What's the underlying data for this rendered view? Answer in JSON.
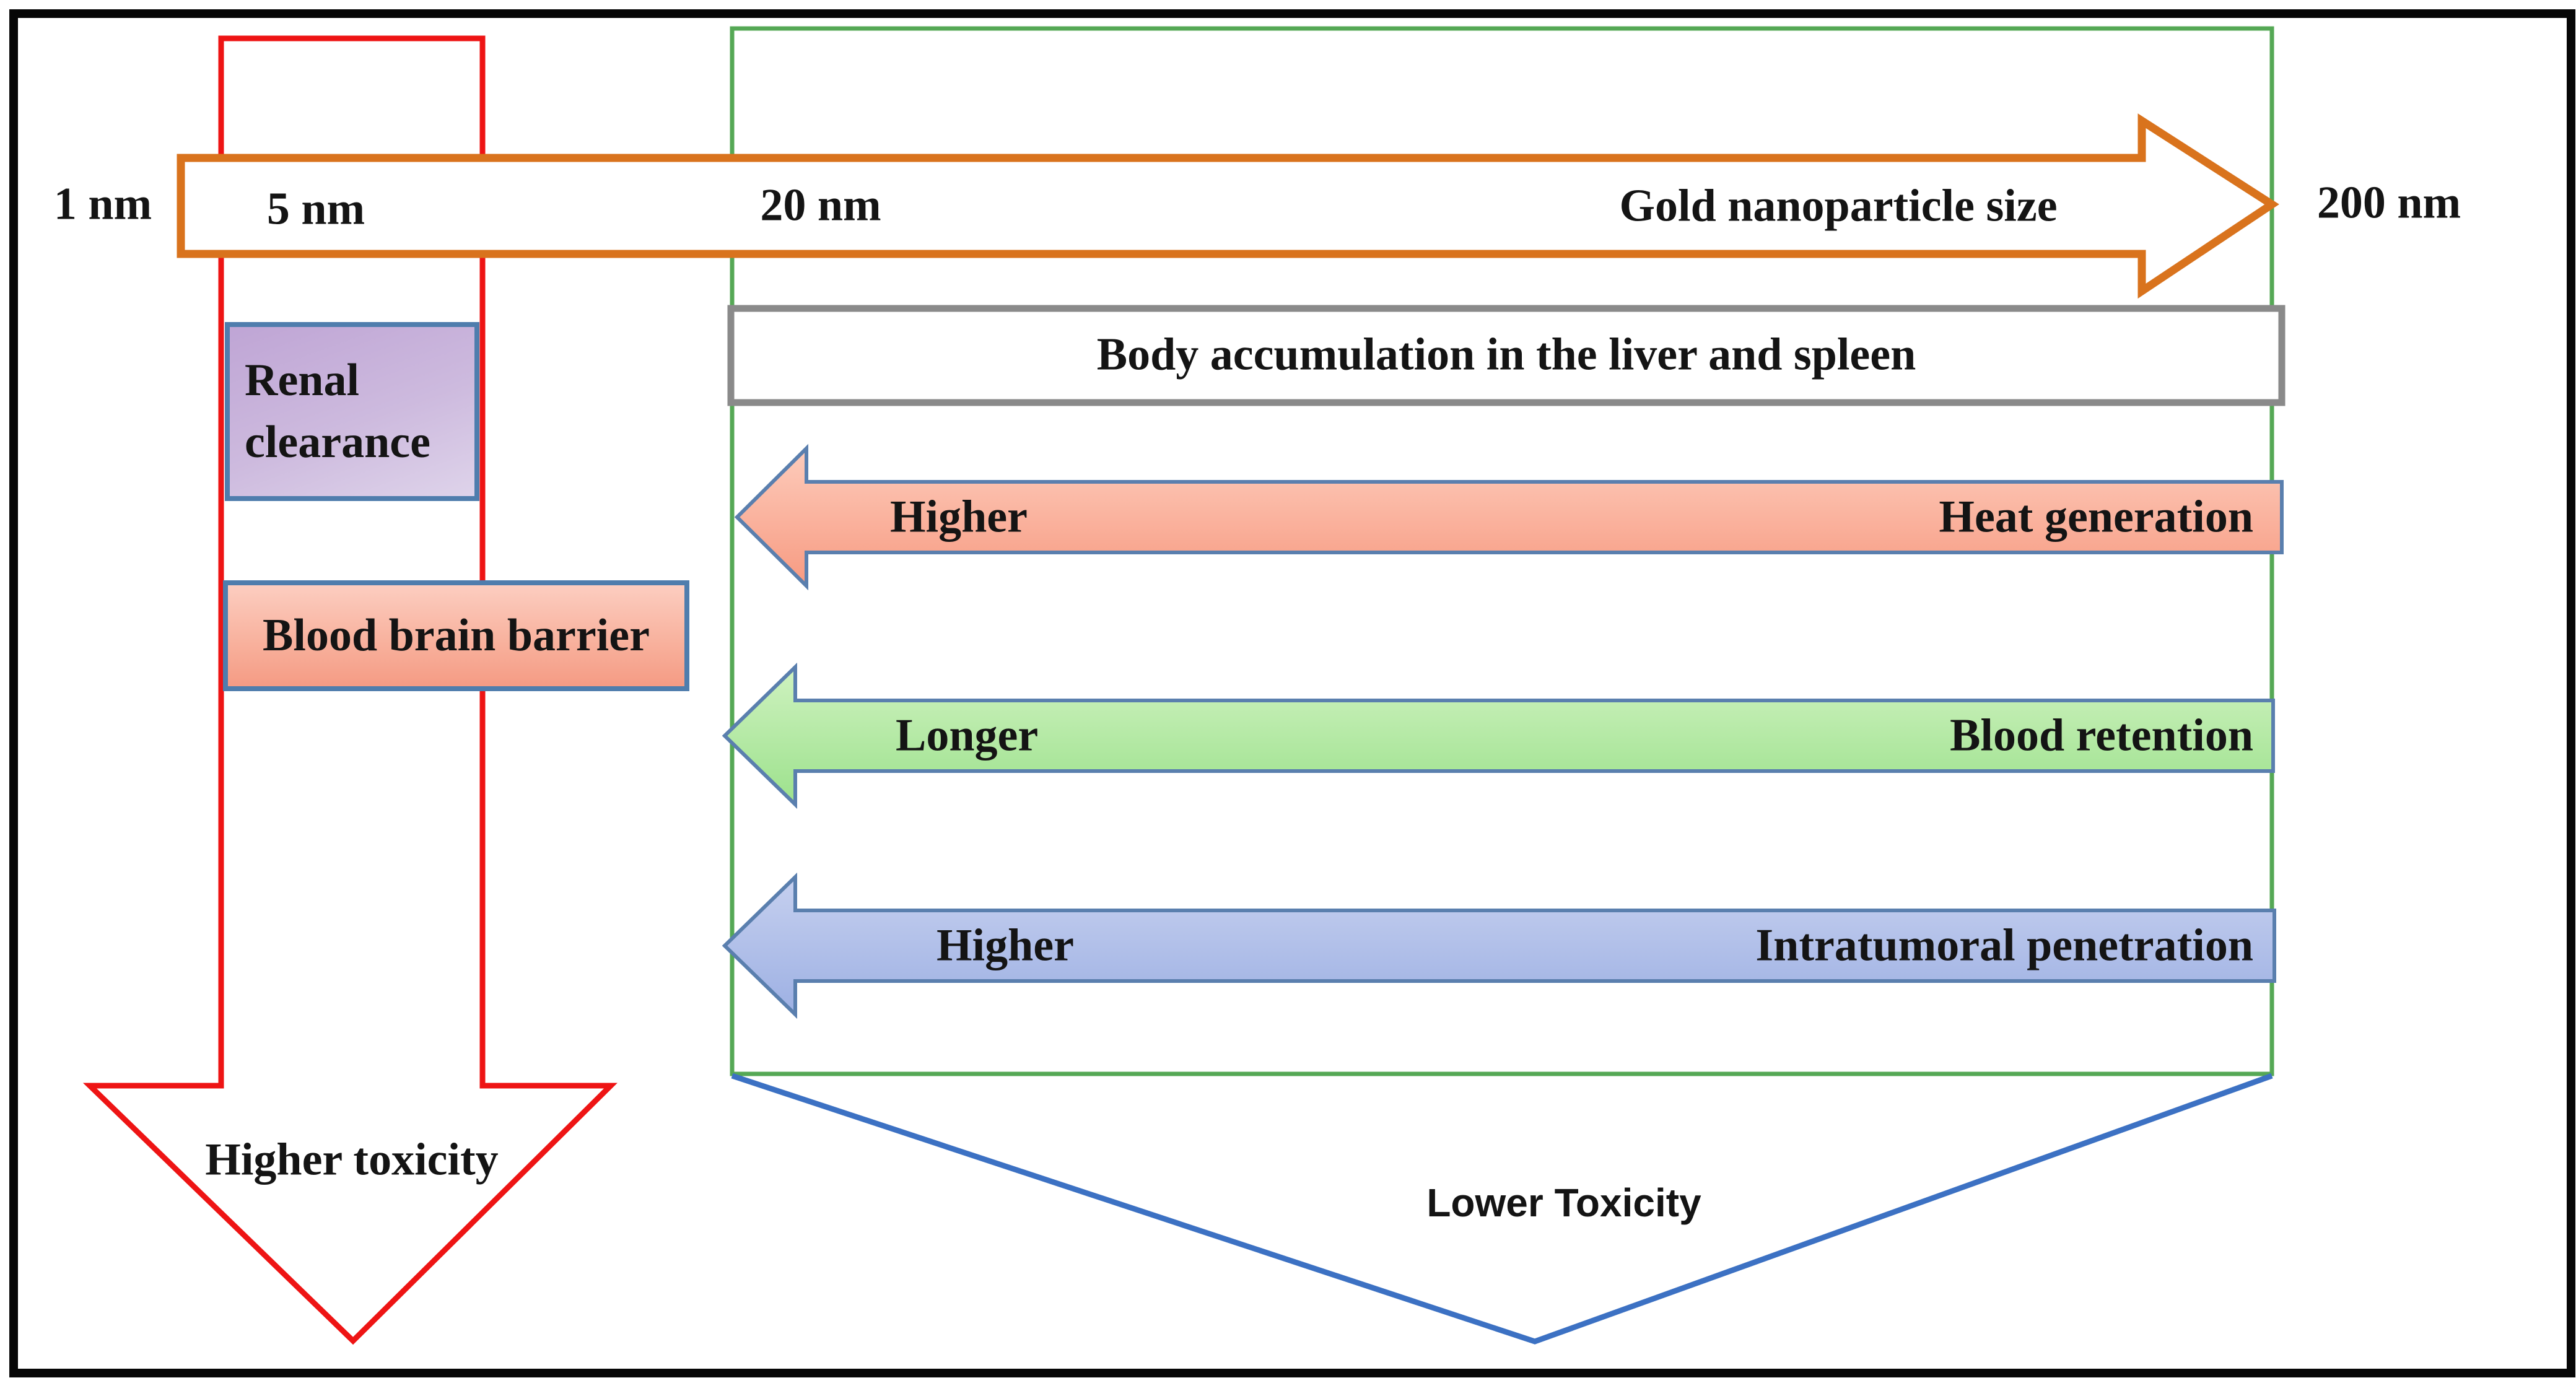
{
  "size_axis": {
    "label": "Gold nanoparticle size",
    "ticks": [
      "1 nm",
      "5 nm",
      "20 nm",
      "200 nm"
    ]
  },
  "left_panel": {
    "renal_clearance_label": "Renal clearance",
    "blood_brain_barrier_label": "Blood brain barrier",
    "higher_toxicity_label": "Higher toxicity"
  },
  "right_panel": {
    "accumulation_label": "Body accumulation in the liver and spleen",
    "trend_arrows": [
      {
        "qualifier": "Higher",
        "property": "Heat generation",
        "fill": "salmon"
      },
      {
        "qualifier": "Longer",
        "property": "Blood retention",
        "fill": "green"
      },
      {
        "qualifier": "Higher",
        "property": "Intratumoral penetration",
        "fill": "blue"
      }
    ],
    "lower_toxicity_label": "Lower Toxicity"
  },
  "colors": {
    "size_arrow_orange": "#d9731d",
    "toxicity_arrow_red": "#ee1414",
    "region_outline_green": "#55a855",
    "lower_toxicity_chevron_blue": "#3c71c3",
    "box_border_blue": "#4f7dad",
    "accumulation_border_gray": "#8a8a8a",
    "heat_generation_fill": "#f9a78f",
    "blood_retention_fill": "#a9e59a",
    "intratumoral_fill": "#aebde8",
    "renal_clearance_fill": "#c5aeda",
    "blood_brain_barrier_fill": "#f8b39f"
  }
}
